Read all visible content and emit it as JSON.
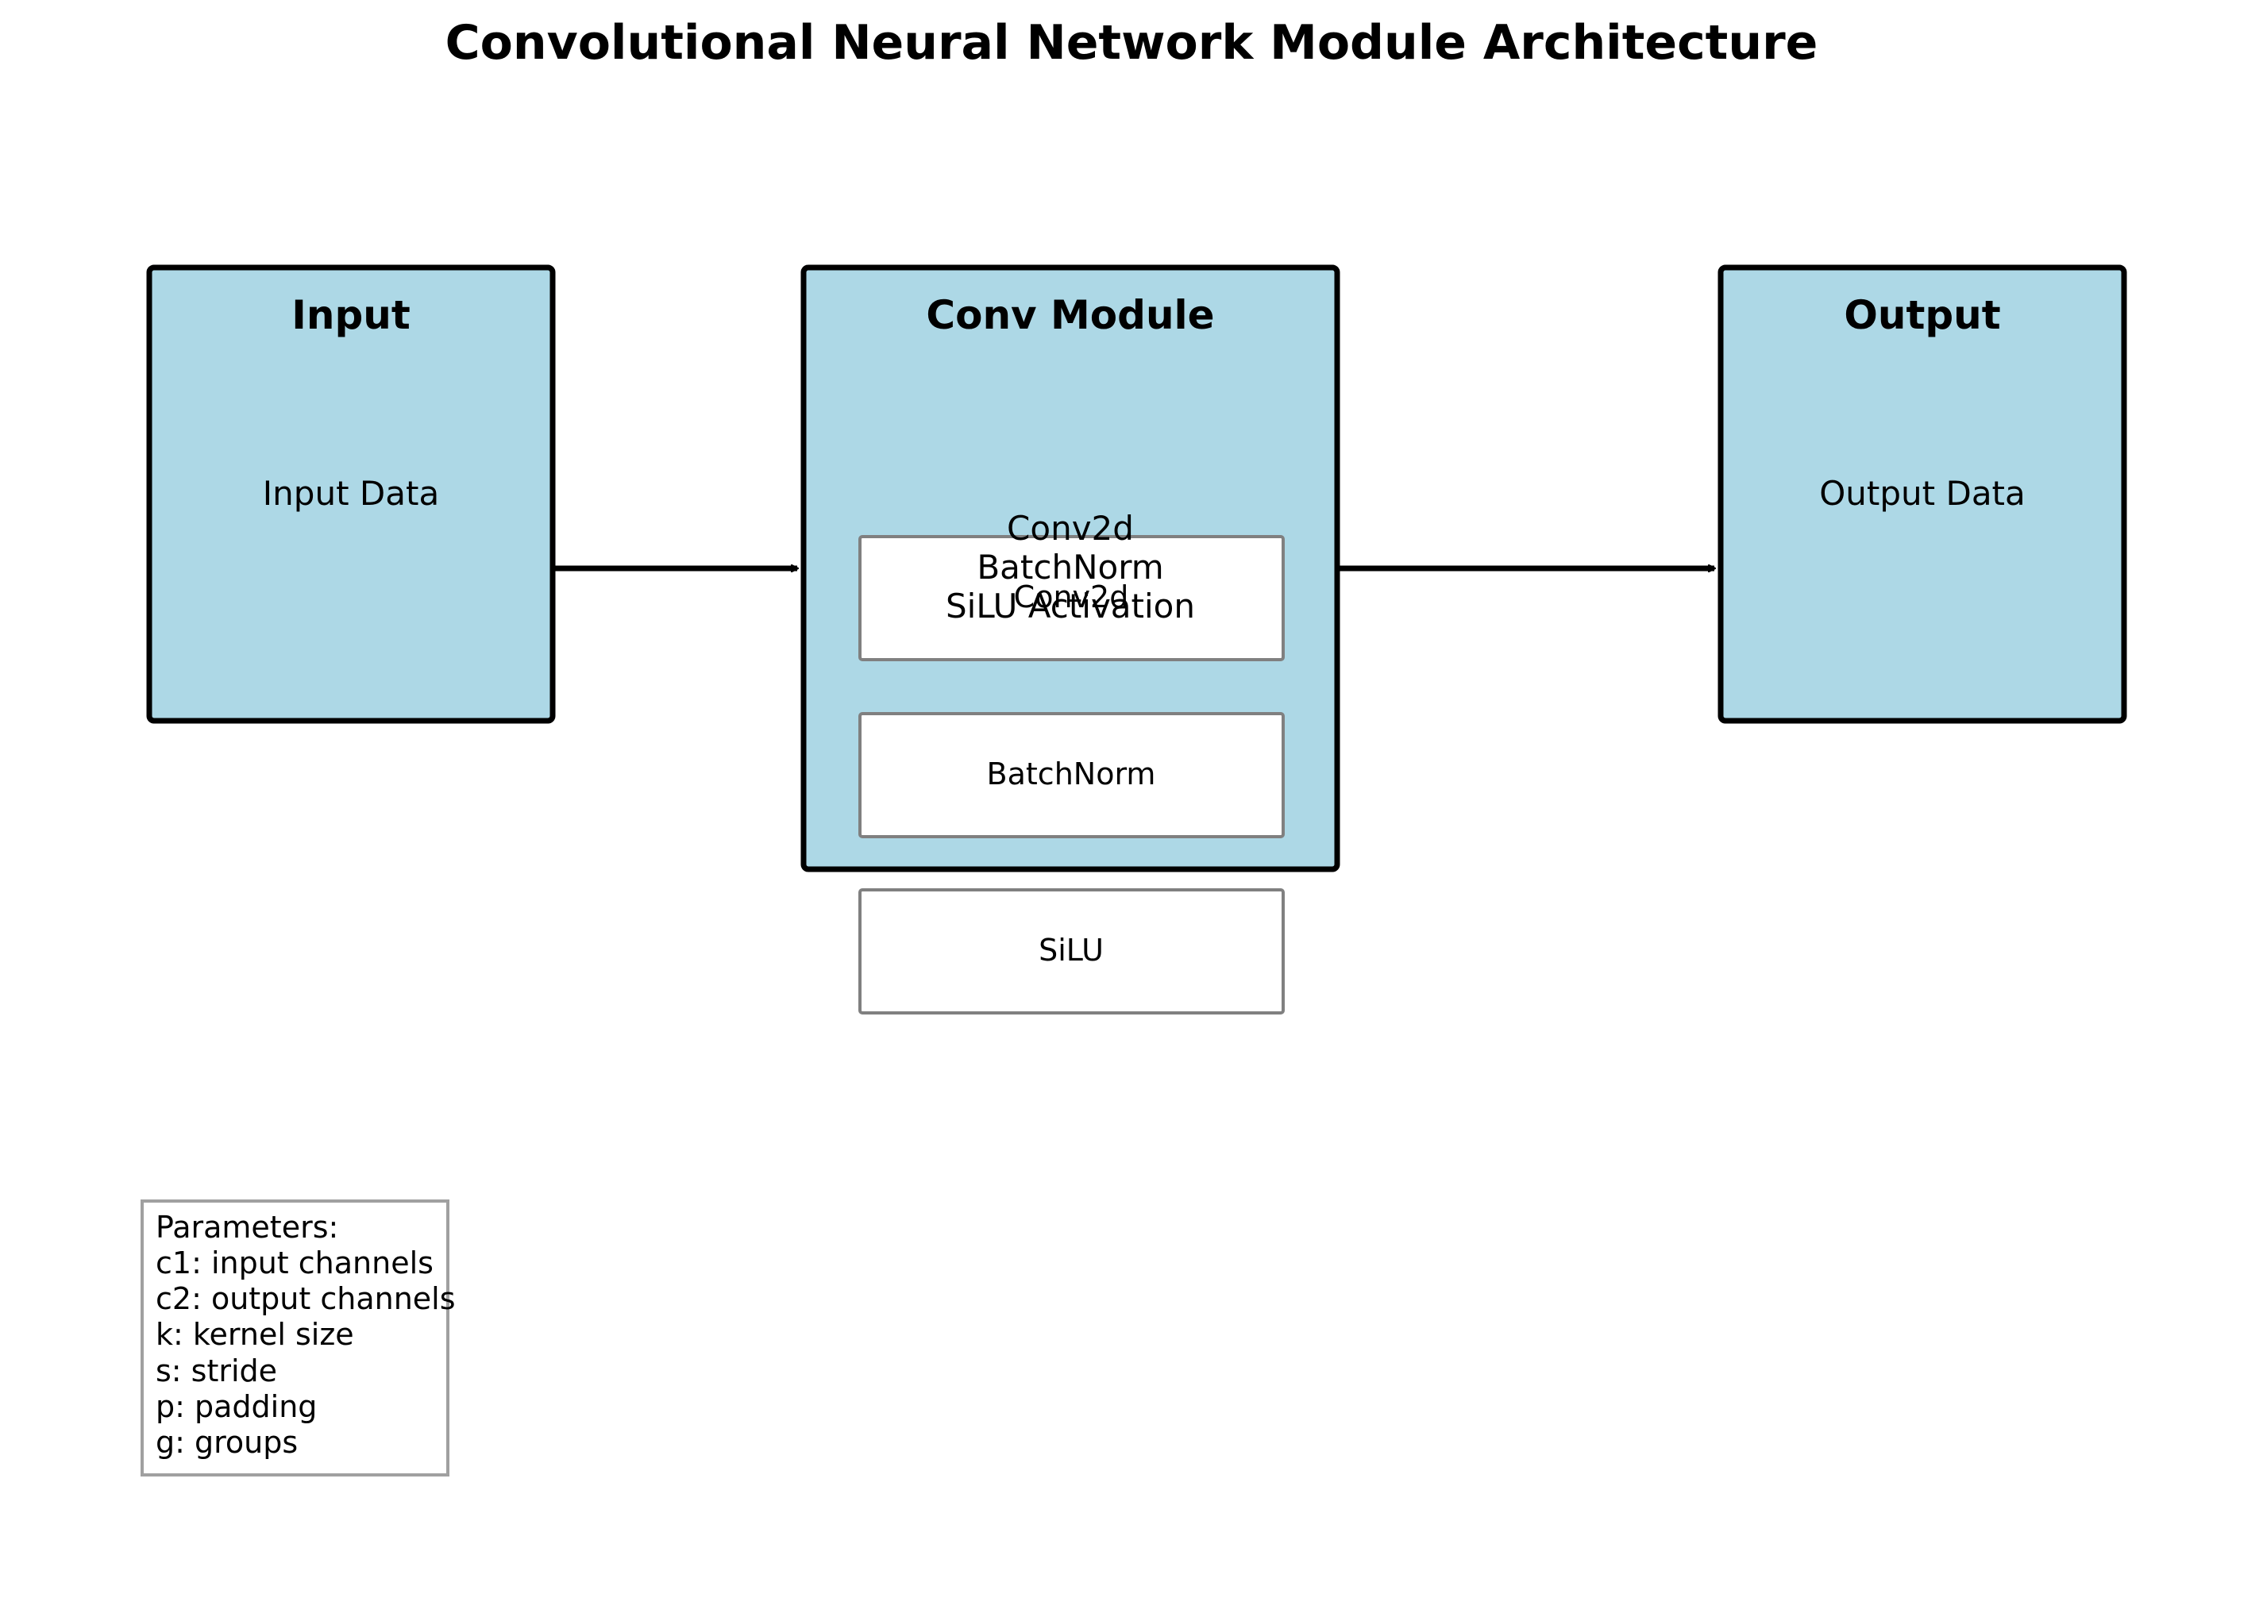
{
  "title": "Convolutional Neural Network Module Architecture",
  "colors": {
    "block_fill": "#add8e6",
    "block_stroke": "#000000",
    "sublayer_fill": "#ffffff",
    "sublayer_stroke": "#808080",
    "arrow": "#000000",
    "legend_stroke": "#a0a0a0"
  },
  "blocks": {
    "input": {
      "title": "Input",
      "body": "Input Data"
    },
    "conv": {
      "title": "Conv Module",
      "body": [
        "Conv2d",
        "BatchNorm",
        "SiLU Activation"
      ]
    },
    "output": {
      "title": "Output",
      "body": "Output Data"
    }
  },
  "sublayers": [
    "Conv2d",
    "BatchNorm",
    "SiLU"
  ],
  "legend": {
    "heading": "Parameters:",
    "items": [
      "c1: input channels",
      "c2: output channels",
      "k: kernel size",
      "s: stride",
      "p: padding",
      "g: groups"
    ]
  }
}
